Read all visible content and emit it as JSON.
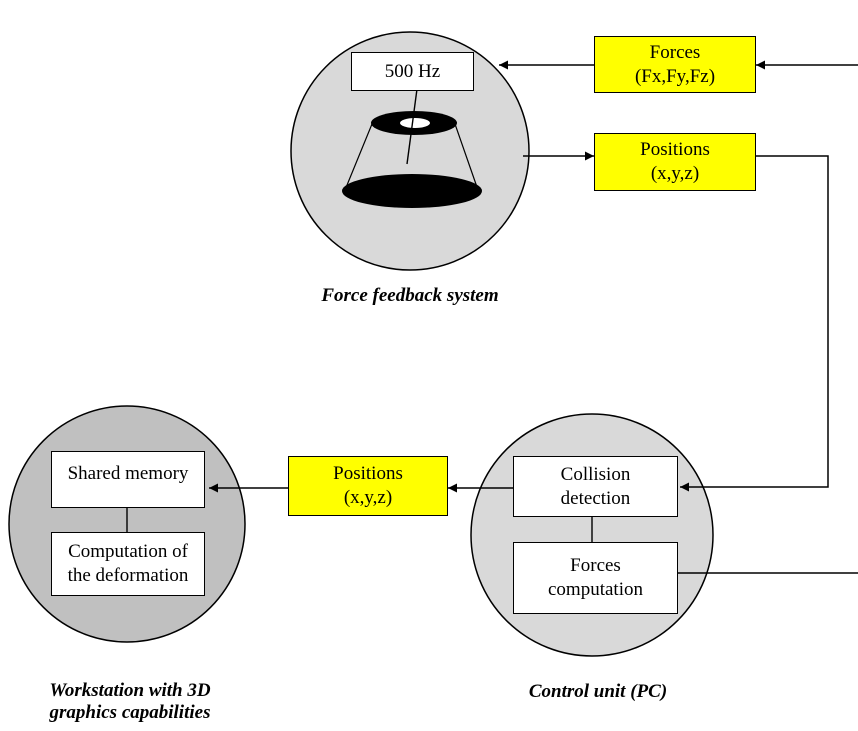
{
  "force_feedback": {
    "freq_label": "500 Hz",
    "caption": "Force feedback system"
  },
  "forces_box": {
    "line1": "Forces",
    "line2": "(Fx,Fy,Fz)"
  },
  "positions_top": {
    "line1": "Positions",
    "line2": "(x,y,z)"
  },
  "positions_mid": {
    "line1": "Positions",
    "line2": "(x,y,z)"
  },
  "workstation": {
    "shared_memory": "Shared memory",
    "computation_line1": "Computation of",
    "computation_line2": "the deformation",
    "caption_line1": "Workstation with 3D",
    "caption_line2": "graphics capabilities"
  },
  "control_unit": {
    "collision_line1": "Collision",
    "collision_line2": "detection",
    "forces_line1": "Forces",
    "forces_line2": "computation",
    "caption": "Control unit (PC)"
  },
  "colors": {
    "yellow": "#ffff00",
    "circle_light": "#d9d9d9",
    "circle_dark": "#c0c0c0",
    "line": "#000000"
  }
}
